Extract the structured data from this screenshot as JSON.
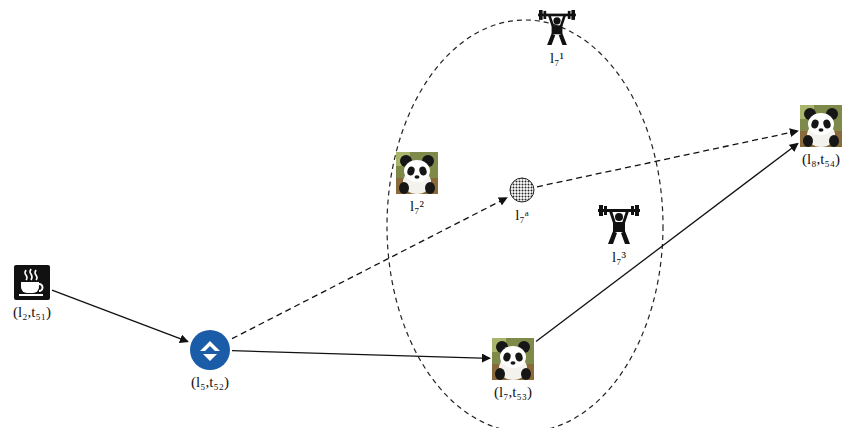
{
  "diagram": {
    "nodes": [
      {
        "text": [
          "(l₂,t₅₁)"
        ]
      },
      {
        "text": [
          "(l₅,t₅₂)"
        ]
      },
      {
        "text": [
          "l₇¹"
        ]
      },
      {
        "text": [
          "l₇²"
        ]
      },
      {
        "text": [
          "l₇ᵃ"
        ]
      },
      {
        "text": [
          "l₇³"
        ]
      },
      {
        "text": [
          "(l₇,t₅₃)"
        ]
      },
      {
        "text": [
          "(l₈,t₅₄)"
        ]
      }
    ],
    "edges": [
      {
        "from": 0,
        "to": 1,
        "arrow": "to"
      },
      {
        "from": 1,
        "to": 6,
        "arrow": "to"
      },
      {
        "from": 6,
        "to": 7,
        "arrow": "to"
      },
      {
        "from": 1,
        "to": 4,
        "arrow": "to"
      },
      {
        "from": 4,
        "to": 7,
        "arrow": "to"
      }
    ]
  }
}
